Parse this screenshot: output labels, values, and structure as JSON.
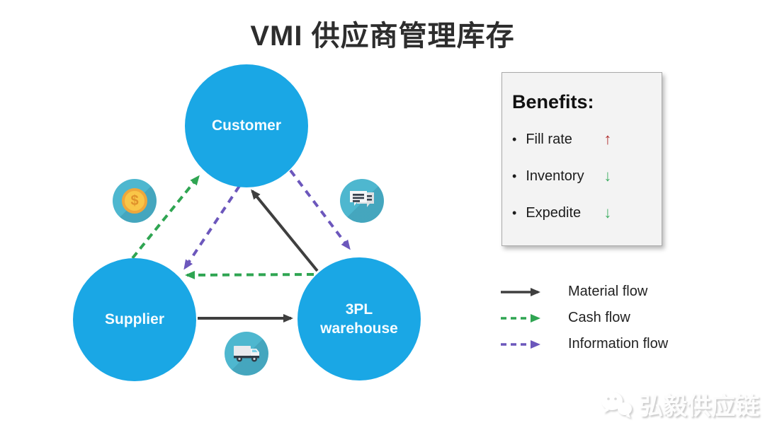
{
  "title": "VMI 供应商管理库存",
  "nodes": {
    "customer": {
      "label": "Customer"
    },
    "supplier": {
      "label": "Supplier"
    },
    "warehouse": {
      "label": "3PL warehouse",
      "line1": "3PL",
      "line2": "warehouse"
    }
  },
  "icons": {
    "dollar_icon_symbol": "$",
    "dollar_icon": "dollar-coin-icon",
    "chat_icon": "chat-messages-icon",
    "truck_icon": "delivery-truck-icon"
  },
  "benefits": {
    "title": "Benefits:",
    "bullet": "•",
    "items": [
      {
        "label": "Fill rate",
        "arrow": "↑",
        "direction": "up",
        "color": "#b02f2f"
      },
      {
        "label": "Inventory",
        "arrow": "↓",
        "direction": "down",
        "color": "#3fae63"
      },
      {
        "label": "Expedite",
        "arrow": "↓",
        "direction": "down",
        "color": "#3fae63"
      }
    ]
  },
  "legend": [
    {
      "label": "Material flow",
      "style": "solid",
      "color": "#404040"
    },
    {
      "label": "Cash flow",
      "style": "dashed",
      "color": "#2fa552"
    },
    {
      "label": "Information flow",
      "style": "dashed",
      "color": "#6c57bc"
    }
  ],
  "flows": [
    {
      "type": "material",
      "from": "3PL warehouse",
      "to": "Customer"
    },
    {
      "type": "material",
      "from": "Supplier",
      "to": "3PL warehouse"
    },
    {
      "type": "cash",
      "from": "Supplier",
      "to": "Customer"
    },
    {
      "type": "cash",
      "from": "3PL warehouse",
      "to": "Supplier"
    },
    {
      "type": "information",
      "from": "Customer",
      "to": "Supplier"
    },
    {
      "type": "information",
      "from": "Customer",
      "to": "3PL warehouse"
    }
  ],
  "watermark": {
    "text": "弘毅供应链"
  },
  "colors": {
    "node_blue": "#1aa7e5",
    "icon_teal": "#4eb7cf",
    "material_flow": "#404040",
    "cash_flow": "#2fa552",
    "information_flow": "#6c57bc",
    "benefit_up": "#b02f2f",
    "benefit_down": "#3fae63"
  }
}
